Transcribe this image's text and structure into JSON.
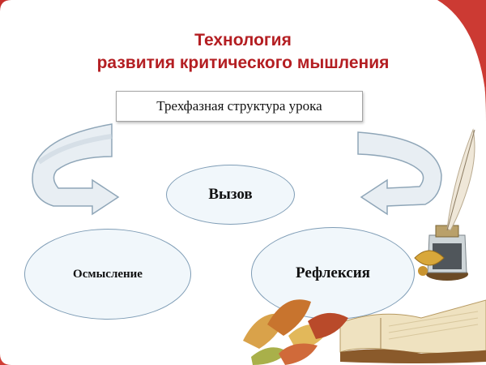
{
  "title": {
    "line1": "Технология",
    "line2": "развития критического мышления"
  },
  "structure_label": "Трехфазная структура урока",
  "phases": {
    "challenge": "Вызов",
    "comprehension": "Осмысление",
    "reflection": "Рефлексия"
  },
  "colors": {
    "title": "#b41e22",
    "border_red": "#c8322d",
    "ellipse_border": "#7f9db6",
    "arrow_fill": "#e8eef3"
  },
  "decorations": [
    "quill-pen-icon",
    "inkwell-icon",
    "open-book-icon",
    "autumn-leaves-icon"
  ]
}
